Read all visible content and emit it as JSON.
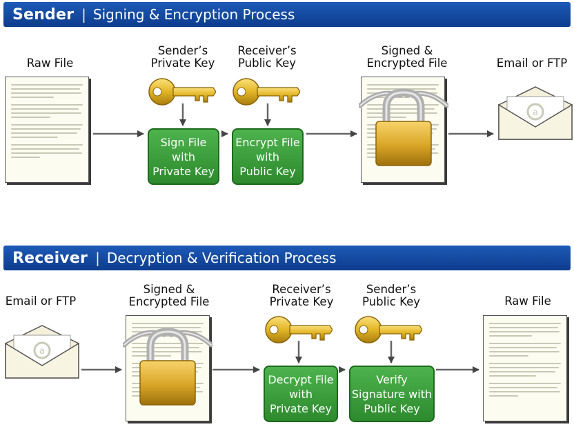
{
  "sender": {
    "title": "Sender",
    "subtitle": "Signing & Encryption Process",
    "raw_file_label": "Raw File",
    "key1_label_l1": "Sender’s",
    "key1_label_l2": "Private Key",
    "key2_label_l1": "Receiver’s",
    "key2_label_l2": "Public Key",
    "signed_label_l1": "Signed &",
    "signed_label_l2": "Encrypted File",
    "email_label": "Email or FTP",
    "box1_l1": "Sign File",
    "box1_l2": "with",
    "box1_l3": "Private Key",
    "box2_l1": "Encrypt File",
    "box2_l2": "with",
    "box2_l3": "Public Key"
  },
  "receiver": {
    "title": "Receiver",
    "subtitle": "Decryption & Verification Process",
    "email_label": "Email or FTP",
    "signed_label_l1": "Signed &",
    "signed_label_l2": "Encrypted File",
    "key1_label_l1": "Receiver’s",
    "key1_label_l2": "Private Key",
    "key2_label_l1": "Sender’s",
    "key2_label_l2": "Public Key",
    "raw_file_label": "Raw File",
    "box1_l1": "Decrypt File",
    "box1_l2": "with",
    "box1_l3": "Private Key",
    "box2_l1": "Verify",
    "box2_l2": "Signature with",
    "box2_l3": "Public Key"
  },
  "colors": {
    "header_blue": "#1a55b0",
    "box_green": "#3d9e3d",
    "key_gold": "#e2b526",
    "paper": "#fdfcf1"
  },
  "icons": [
    "document-icon",
    "key-icon",
    "envelope-icon",
    "padlock-icon",
    "arrow-icon"
  ]
}
